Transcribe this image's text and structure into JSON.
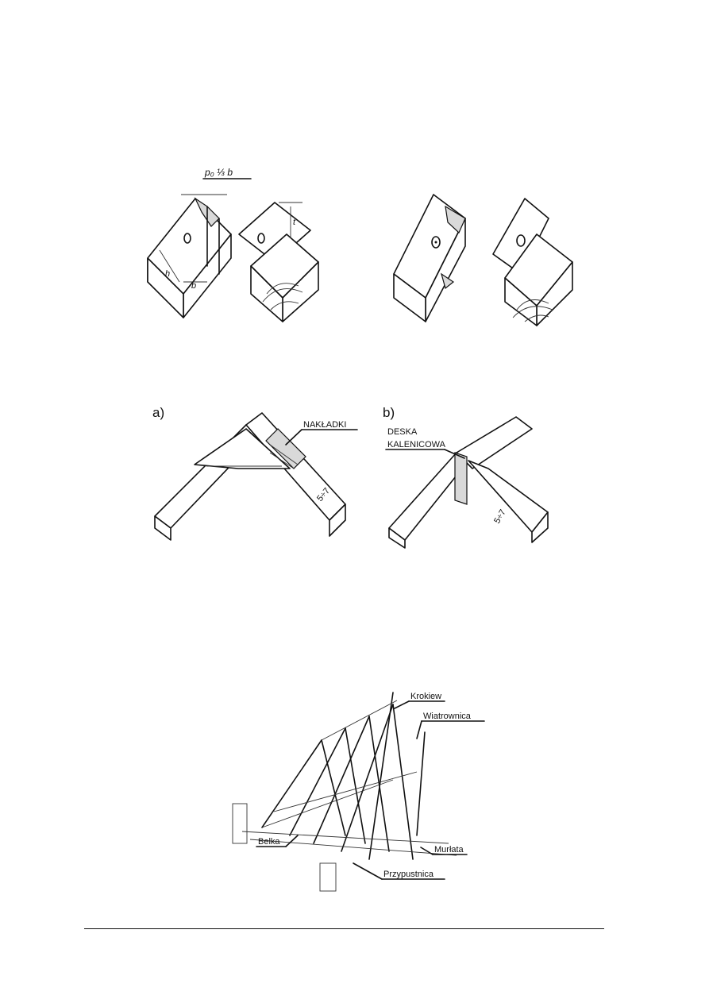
{
  "figure_joints": {
    "dimension_label": "p₀ ⅓ b",
    "h_label": "h",
    "b_label": "b",
    "t_label": "t"
  },
  "figure_ridge": {
    "panel_a": {
      "label": "a)",
      "callout": "NAKŁADKI",
      "dimension": "5÷7"
    },
    "panel_b": {
      "label": "b)",
      "callout_line1": "DESKA",
      "callout_line2": "KALENICOWA",
      "dimension": "5÷7"
    }
  },
  "figure_roof": {
    "labels": {
      "krokiew": "Krokiew",
      "wiatrownica": "Wiatrownica",
      "belka": "Belka",
      "murlata": "Murłata",
      "przypustnica": "Przypustnica"
    }
  }
}
